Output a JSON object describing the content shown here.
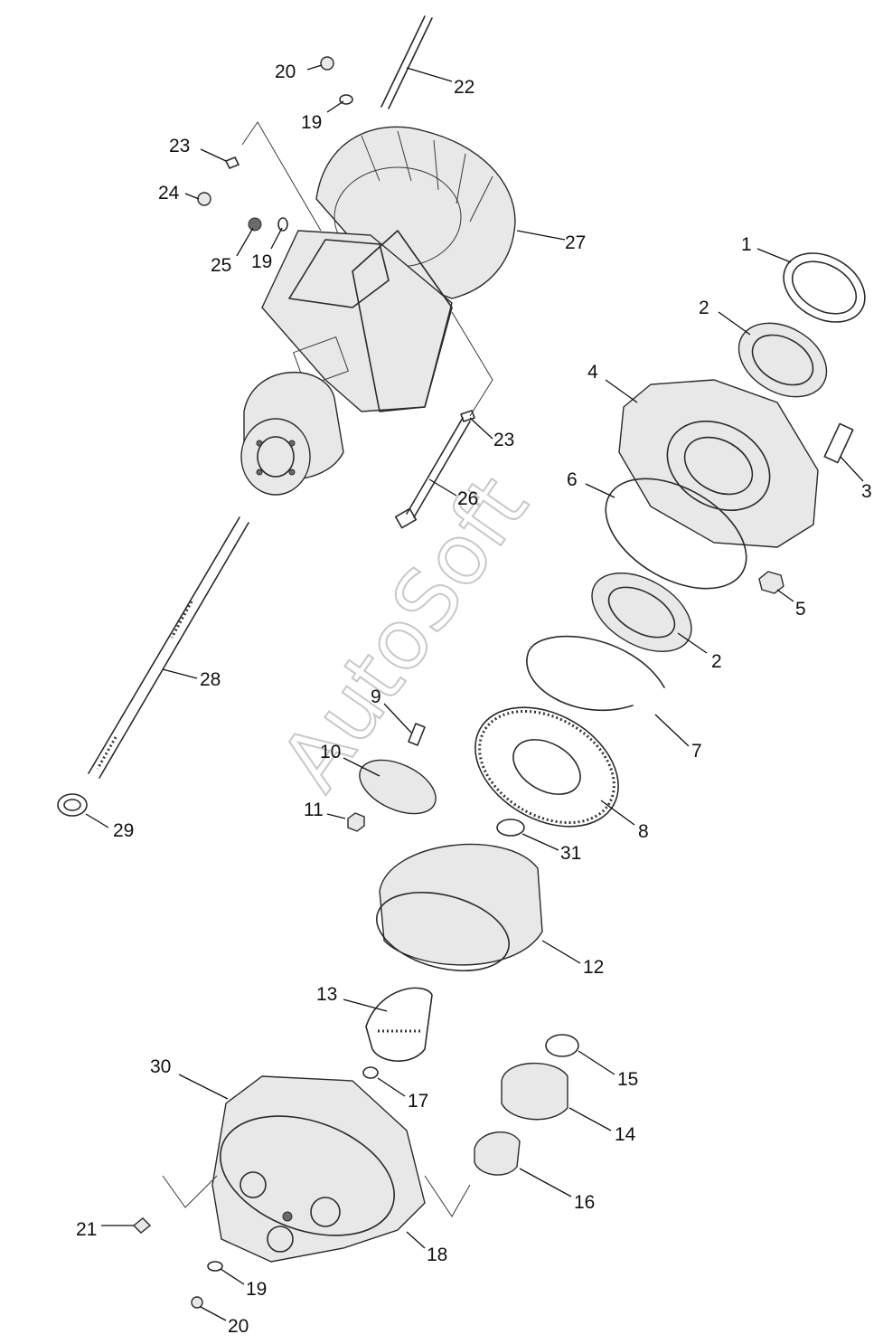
{
  "watermark": "AutoSoft",
  "callouts": [
    "20",
    "22",
    "19",
    "23",
    "24",
    "25",
    "19",
    "27",
    "1",
    "2",
    "4",
    "3",
    "6",
    "5",
    "2",
    "26",
    "23",
    "28",
    "9",
    "7",
    "10",
    "8",
    "11",
    "29",
    "31",
    "12",
    "13",
    "15",
    "30",
    "17",
    "14",
    "16",
    "21",
    "18",
    "19",
    "20"
  ],
  "colors": {
    "line": "#2a2a2a",
    "background": "#ffffff",
    "watermark": "#c8c8c8"
  }
}
